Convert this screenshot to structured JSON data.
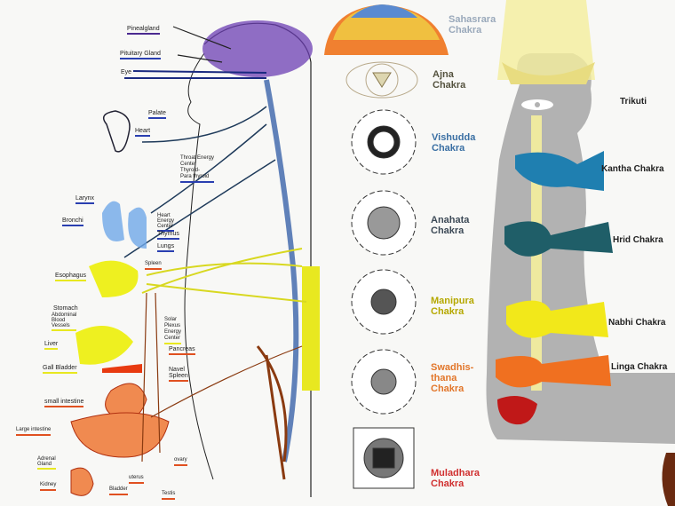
{
  "anatomy_labels": {
    "pineal": "Pinealgland",
    "pituitary": "Pituitary Gland",
    "eye": "Eye",
    "palate": "Palate",
    "heart": "Heart",
    "throat_center": "Throat Energy\nCenter\nThyroid-\nPara thyroid",
    "larynx": "Larynx",
    "bronchi": "Bronchi",
    "heart_center": "Heart\nEnergy\nCenter",
    "thymus": "Thymus",
    "lungs": "Lungs",
    "spleen": "Spleen",
    "esophagus": "Esophagus",
    "stomach": "Stomach",
    "abdominal": "Abdominal\nBlood\nVessels",
    "solar_plexus": "Solar\nPlexus\nEnergy\nCenter",
    "liver": "Liver",
    "pancreas": "Pancreas",
    "gall_bladder": "Gall Bladder",
    "navel_spleen": "Navel\nSpleen",
    "small_intestine": "small intestine",
    "large_intestine": "Large intestine",
    "adrenal": "Adrenal\nGland",
    "ovary": "ovary",
    "uterus": "uterus",
    "kidney": "Kidney",
    "bladder": "Bladder",
    "testis": "Testis"
  },
  "chakras": [
    {
      "name": "Sahasrara\nChakra",
      "color": "#9aa9bb"
    },
    {
      "name": "Ajna\nChakra",
      "color": "#55533f"
    },
    {
      "name": "Vishudda\nChakra",
      "color": "#3a6fa3"
    },
    {
      "name": "Anahata\nChakra",
      "color": "#3d4a57"
    },
    {
      "name": "Manipura\nChakra",
      "color": "#b5a800"
    },
    {
      "name": "Swadhis-\nthana\nChakra",
      "color": "#e2762a"
    },
    {
      "name": "Muladhara\nChakra",
      "color": "#d03030"
    }
  ],
  "body_chakras": [
    {
      "name": "Trikuti",
      "color": "#f3ef9a"
    },
    {
      "name": "Kantha Chakra",
      "color": "#1f7fb0"
    },
    {
      "name": "Hrid Chakra",
      "color": "#1f5e68"
    },
    {
      "name": "Nabhi Chakra",
      "color": "#f2e81a"
    },
    {
      "name": "Linga Chakra",
      "color": "#f07020"
    }
  ]
}
